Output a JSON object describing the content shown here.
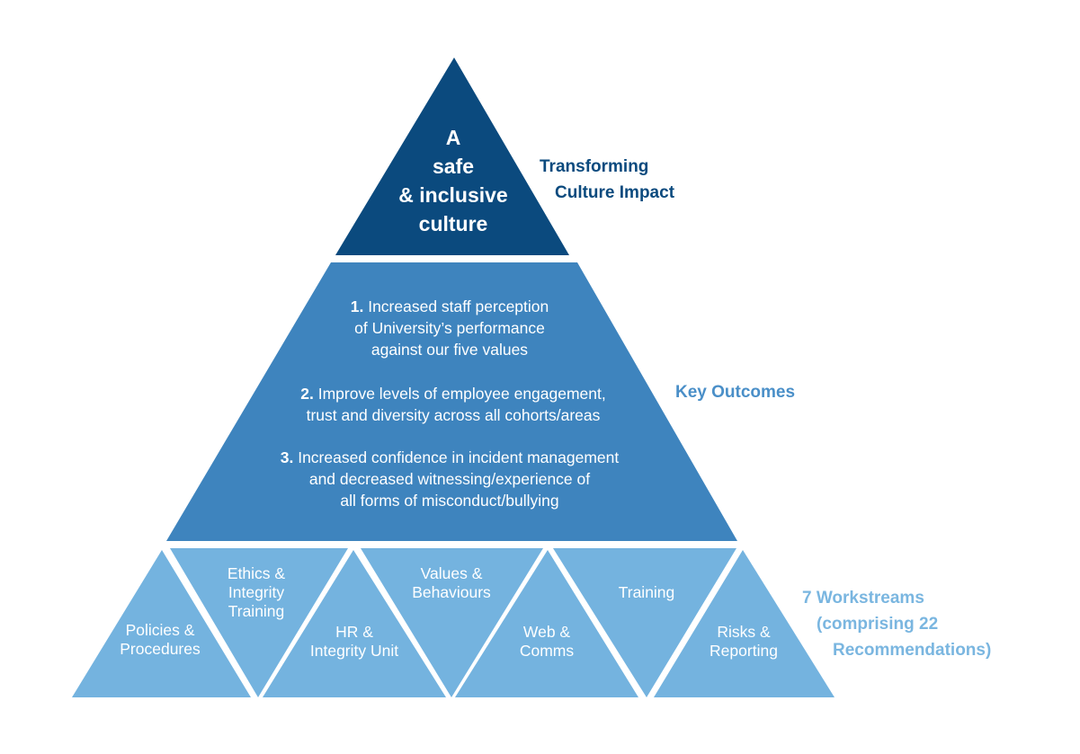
{
  "colors": {
    "apex": "#0b4a7e",
    "middle": "#3e84be",
    "base": "#74b3df",
    "label_dark": "#0b4a7e",
    "label_mid": "#4a8fc8",
    "label_light": "#7ab6e0",
    "background": "#ffffff"
  },
  "apex": {
    "lines": [
      "A",
      "safe",
      "& inclusive",
      "culture"
    ]
  },
  "outcomes": [
    {
      "number": "1.",
      "line1": " Increased staff perception",
      "line2": "of University’s performance",
      "line3": "against our five values"
    },
    {
      "number": "2.",
      "line1": " Improve levels of employee engagement,",
      "line2": "trust and diversity across all cohorts/areas",
      "line3": ""
    },
    {
      "number": "3.",
      "line1": " Increased confidence in incident management",
      "line2": "and decreased witnessing/experience of",
      "line3": "all forms of misconduct/bullying"
    }
  ],
  "workstreams": [
    {
      "lines": [
        "Policies &",
        "Procedures"
      ]
    },
    {
      "lines": [
        "Ethics &",
        "Integrity",
        "Training"
      ]
    },
    {
      "lines": [
        "HR &",
        "Integrity Unit"
      ]
    },
    {
      "lines": [
        "Values &",
        "Behaviours"
      ]
    },
    {
      "lines": [
        "Web &",
        "Comms"
      ]
    },
    {
      "lines": [
        "Training"
      ]
    },
    {
      "lines": [
        "Risks &",
        "Reporting"
      ]
    }
  ],
  "side_labels": {
    "culture": {
      "line1": "Transforming",
      "line2": "Culture Impact"
    },
    "outcomes": "Key Outcomes",
    "workstreams": {
      "line1": "7 Workstreams",
      "line2": "(comprising 22",
      "line3": "Recommendations)"
    }
  }
}
